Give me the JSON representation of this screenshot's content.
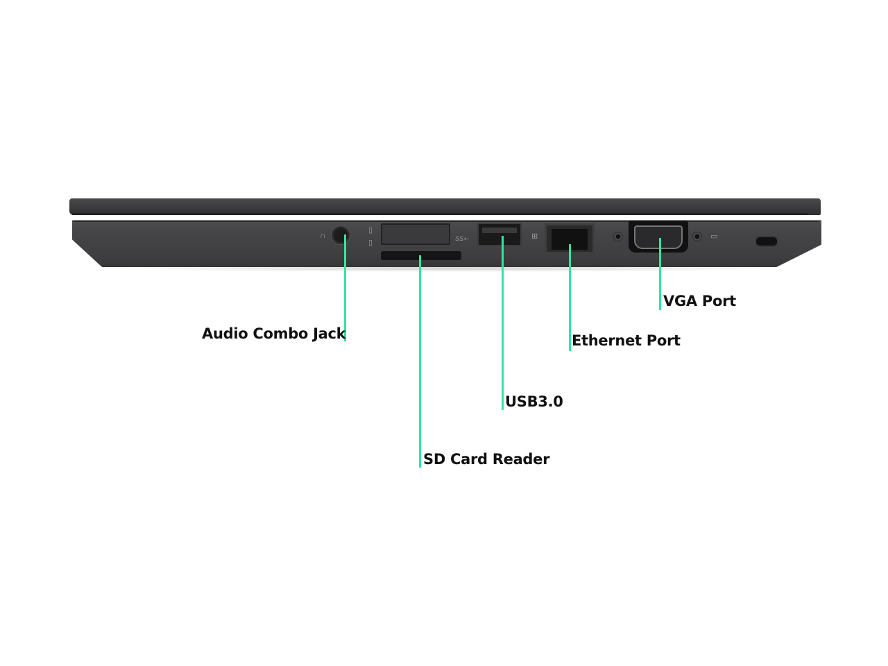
{
  "image": {
    "subject": "Laptop right side view with labeled ports",
    "background_color": "#ffffff",
    "leader_color": "#2ee8a0"
  },
  "callouts": [
    {
      "label": "Audio Combo Jack",
      "port": "audio-jack"
    },
    {
      "label": "SD Card Reader",
      "port": "sd-card-slot"
    },
    {
      "label": "USB3.0",
      "port": "usb-port"
    },
    {
      "label": "Ethernet Port",
      "port": "ethernet-port"
    },
    {
      "label": "VGA Port",
      "port": "vga-port"
    }
  ],
  "port_icons": {
    "headphone": "🎧",
    "sd": "▯",
    "usb": "SS⇠",
    "network": "⊞",
    "display": "▭"
  }
}
